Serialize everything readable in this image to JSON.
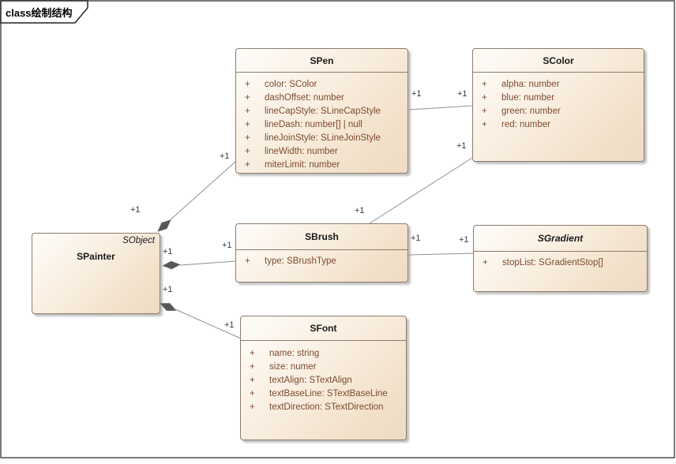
{
  "frame": {
    "label": "class绘制结构"
  },
  "diagram": {
    "classes": {
      "spainter": {
        "title": "SPainter",
        "stereotype": "SObject"
      },
      "spen": {
        "title": "SPen",
        "attributes": [
          {
            "vis": "+",
            "text": "color: SColor"
          },
          {
            "vis": "+",
            "text": "dashOffset: number"
          },
          {
            "vis": "+",
            "text": "lineCapStyle: SLineCapStyle"
          },
          {
            "vis": "+",
            "text": "lineDash: number[] | null"
          },
          {
            "vis": "+",
            "text": "lineJoinStyle: SLineJoinStyle"
          },
          {
            "vis": "+",
            "text": "lineWidth: number"
          },
          {
            "vis": "+",
            "text": "miterLimit: number"
          }
        ]
      },
      "scolor": {
        "title": "SColor",
        "attributes": [
          {
            "vis": "+",
            "text": "alpha: number"
          },
          {
            "vis": "+",
            "text": "blue: number"
          },
          {
            "vis": "+",
            "text": "green: number"
          },
          {
            "vis": "+",
            "text": "red: number"
          }
        ]
      },
      "sbrush": {
        "title": "SBrush",
        "attributes": [
          {
            "vis": "+",
            "text": "type: SBrushType"
          }
        ]
      },
      "sgradient": {
        "title": "SGradient",
        "abstract": true,
        "attributes": [
          {
            "vis": "+",
            "text": "stopList: SGradientStop[]"
          }
        ]
      },
      "sfont": {
        "title": "SFont",
        "attributes": [
          {
            "vis": "+",
            "text": "name: string"
          },
          {
            "vis": "+",
            "text": "size: numer"
          },
          {
            "vis": "+",
            "text": "textAlign: STextAlign"
          },
          {
            "vis": "+",
            "text": "textBaseLine: STextBaseLine"
          },
          {
            "vis": "+",
            "text": "textDirection: STextDirection"
          }
        ]
      }
    },
    "edges": [
      {
        "from": "SPainter",
        "to": "SPen",
        "type": "composition",
        "source_label": "+1",
        "target_label": "+1"
      },
      {
        "from": "SPainter",
        "to": "SBrush",
        "type": "composition",
        "source_label": "+1",
        "target_label": "+1"
      },
      {
        "from": "SPainter",
        "to": "SFont",
        "type": "composition",
        "source_label": "+1",
        "target_label": "+1"
      },
      {
        "from": "SPen",
        "to": "SColor",
        "type": "association",
        "source_label": "+1",
        "target_label": "+1"
      },
      {
        "from": "SBrush",
        "to": "SColor",
        "type": "association",
        "source_label": "+1",
        "target_label": "+1"
      },
      {
        "from": "SBrush",
        "to": "SGradient",
        "type": "association",
        "source_label": "+1",
        "target_label": "+1"
      }
    ]
  },
  "colors": {
    "box_fill_light": "#fefcfa",
    "box_fill_dark": "#eedbc3",
    "box_border": "#8e7c6c",
    "attribute_text": "#7c4a31",
    "title_text": "#1a1a1a",
    "connector_line": "#8f8f8f",
    "diamond_fill": "#575757",
    "multiplicity_text": "#333a45",
    "frame_border": "#4f4f4f"
  }
}
